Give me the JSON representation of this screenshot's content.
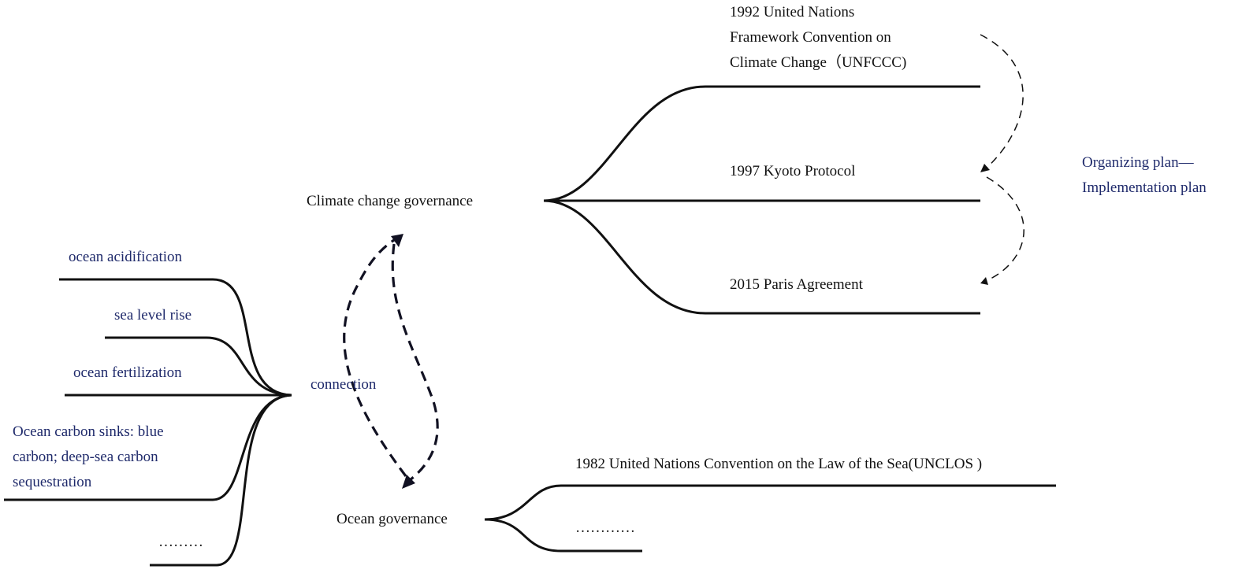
{
  "colors": {
    "line": "#111111",
    "accent_text": "#1f2a6b",
    "main_text": "#111111",
    "background": "#ffffff"
  },
  "climate": {
    "title": "Climate change governance",
    "branches": [
      {
        "label_lines": [
          "1992 United Nations",
          "Framework Convention on",
          "Climate Change（UNFCCC)"
        ]
      },
      {
        "label": "1997 Kyoto Protocol"
      },
      {
        "label": "2015 Paris Agreement"
      }
    ],
    "progression_label_lines": [
      "Organizing plan—",
      "Implementation plan"
    ]
  },
  "ocean": {
    "title": "Ocean governance",
    "branches": [
      {
        "label": "1982 United Nations Convention on the Law of the Sea(UNCLOS )"
      },
      {
        "label": "…………"
      }
    ]
  },
  "connection": {
    "label": "connection",
    "issues": [
      {
        "label": "ocean acidification"
      },
      {
        "label": "sea level rise"
      },
      {
        "label": "ocean fertilization"
      },
      {
        "label_lines": [
          "Ocean carbon sinks: blue",
          "carbon; deep-sea carbon",
          "sequestration"
        ]
      },
      {
        "label": "………"
      }
    ]
  }
}
